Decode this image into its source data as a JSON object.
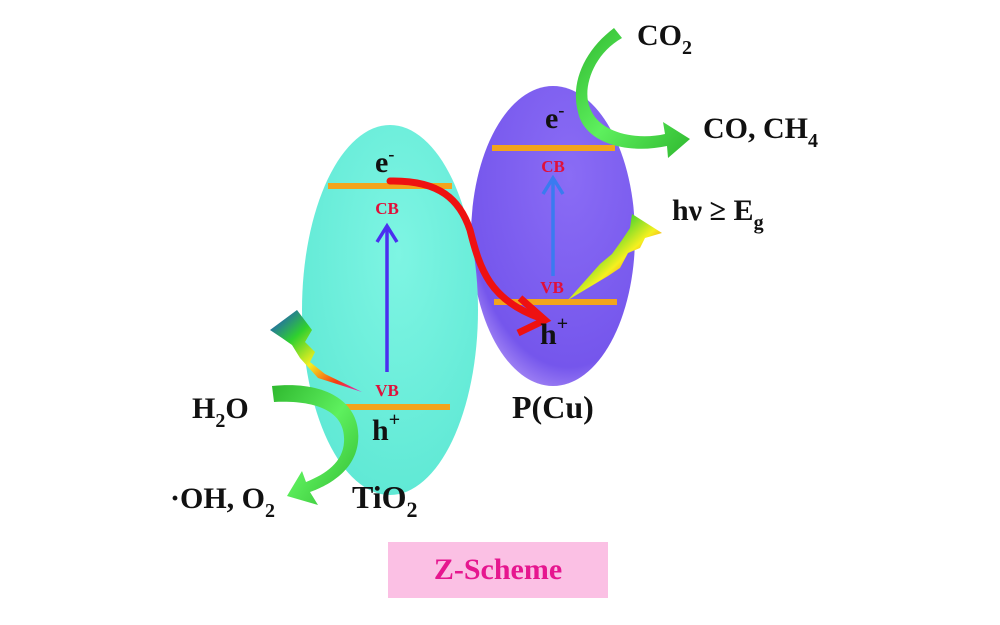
{
  "title": "Z-Scheme",
  "colors": {
    "tio2_body": "#6ff0dd",
    "pcu_body": "#7d5cf0",
    "band_line": "#f2a41c",
    "band_label": "#e0103a",
    "electron_transfer": "#ee1111",
    "excitation_arrow_tio2": "#4a2ff0",
    "excitation_arrow_pcu": "#3a7bf0",
    "reaction_arrow": "#3fd23f",
    "scheme_box": "#fbc0e4",
    "scheme_text": "#e6168f"
  },
  "semiconductors": [
    {
      "name": "TiO2",
      "name_main": "TiO",
      "name_sub": "2",
      "cb_label": "CB",
      "vb_label": "VB",
      "electron": "e",
      "electron_sup": "-",
      "hole": "h",
      "hole_sup": "+"
    },
    {
      "name": "P(Cu)",
      "name_main": "P(Cu)",
      "cb_label": "CB",
      "vb_label": "VB",
      "electron": "e",
      "electron_sup": "-",
      "hole": "h",
      "hole_sup": "+"
    }
  ],
  "reactions": {
    "reduction": {
      "reactant_main": "CO",
      "reactant_sub": "2",
      "product_main": "CO, CH",
      "product_sub": "4"
    },
    "oxidation": {
      "reactant_main": "H",
      "reactant_sub": "2",
      "reactant_tail": "O",
      "product_main": "·OH, O",
      "product_sub": "2"
    }
  },
  "light": {
    "label_main": "hν ≥ E",
    "label_sub": "g"
  },
  "icons": [
    "lightning-bolt-icon",
    "lightning-bolt-icon"
  ]
}
